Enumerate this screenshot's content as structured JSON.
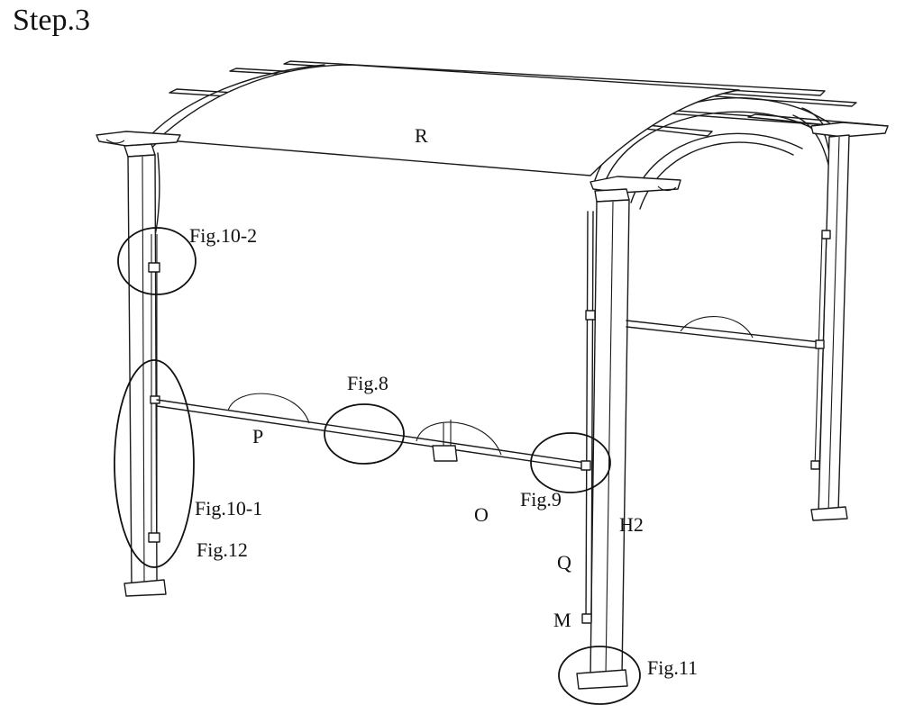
{
  "title": "Step.3",
  "labels": {
    "R": "R",
    "P": "P",
    "O": "O",
    "Q": "Q",
    "M": "M",
    "H2": "H2"
  },
  "callouts": {
    "fig10_2": "Fig.10-2",
    "fig8": "Fig.8",
    "fig9": "Fig.9",
    "fig10_1": "Fig.10-1",
    "fig12": "Fig.12",
    "fig11": "Fig.11"
  }
}
